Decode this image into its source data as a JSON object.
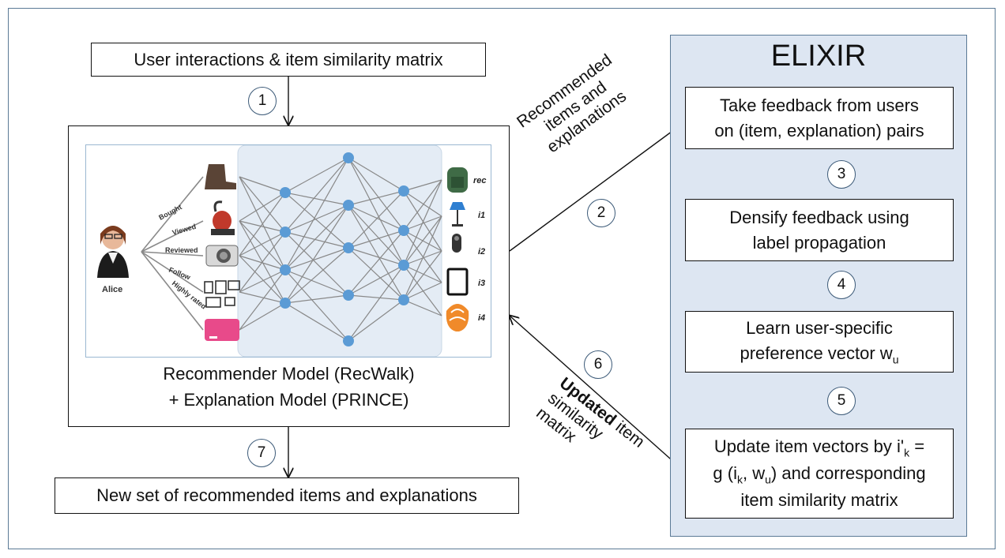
{
  "input_box": "User interactions & item similarity matrix",
  "model_box": {
    "line1": "Recommender Model (RecWalk)",
    "line2": "+ Explanation Model (PRINCE)"
  },
  "output_box": "New set of recommended items and explanations",
  "elixir": {
    "title": "ELIXIR",
    "step1": {
      "line1": "Take feedback from users",
      "line2": "on (item, explanation) pairs"
    },
    "step2": {
      "line1": "Densify feedback using",
      "line2": "label propagation"
    },
    "step3": {
      "line1": "Learn user-specific",
      "line2": "preference vector w",
      "sub": "u"
    },
    "step4": {
      "line1a": "Update item vectors by i'",
      "sub_k": "k",
      "line1b": " =",
      "line2a": "g (i",
      "line2_sub1": "k",
      "line2b": ", w",
      "line2_sub2": "u",
      "line2c": ") and corresponding",
      "line3": "item similarity matrix"
    }
  },
  "step_numbers": [
    "1",
    "2",
    "3",
    "4",
    "5",
    "6",
    "7"
  ],
  "arrow_labels": {
    "recommended": [
      "Recommended",
      "items and",
      "explanations"
    ],
    "updated_bold": "Updated",
    "updated_rest": " item",
    "updated_lines": [
      "similarity",
      "matrix"
    ]
  },
  "illustration": {
    "user": "Alice",
    "edges": [
      "Bought",
      "Viewed",
      "Reviewed",
      "Follow",
      "Highly rated"
    ],
    "items": [
      "rec",
      "i1",
      "i2",
      "i3",
      "i4"
    ],
    "user_icon": "woman-avatar-icon",
    "product_icons": [
      "boot-icon",
      "vacuum-icon",
      "camera-icon",
      "devices-icon",
      "powerbank-icon"
    ],
    "result_icons": [
      "backpack-icon",
      "lamp-icon",
      "headset-icon",
      "tablet-icon",
      "pillow-icon"
    ]
  },
  "colors": {
    "frame": "#5b7a96",
    "elixir_bg": "#dde6f2",
    "node": "#5b9bd5",
    "graph_bg": "#e4ecf5"
  }
}
